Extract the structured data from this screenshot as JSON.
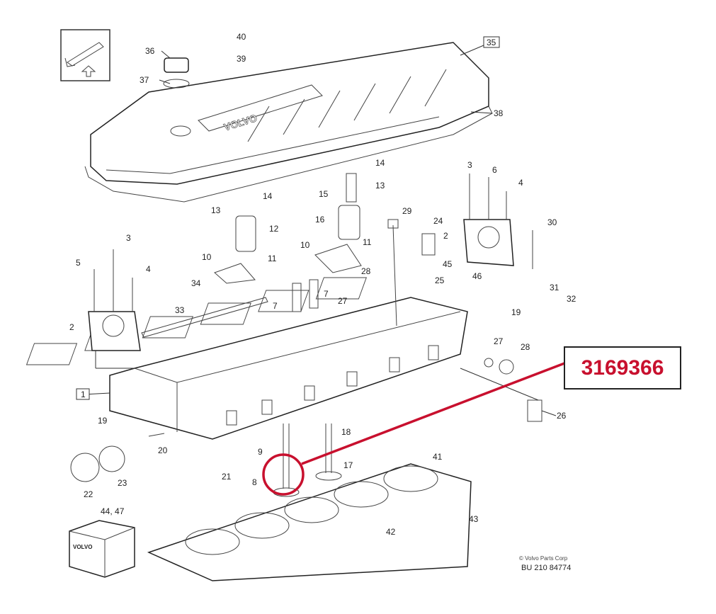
{
  "diagram": {
    "callout_part_number": "3169366",
    "copyright": "© Volvo Parts Corp",
    "document_number": "BU 210 84774",
    "brand_text": "VOLVO",
    "accent_color": "#c8102e",
    "labels": [
      "40",
      "39",
      "36",
      "37",
      "35",
      "38",
      "14",
      "13",
      "15",
      "16",
      "14",
      "13",
      "12",
      "11",
      "10",
      "10",
      "11",
      "3",
      "6",
      "4",
      "29",
      "24",
      "2",
      "30",
      "45",
      "46",
      "31",
      "32",
      "25",
      "28",
      "27",
      "7",
      "7",
      "34",
      "33",
      "19",
      "5",
      "3",
      "4",
      "2",
      "27",
      "28",
      "1",
      "26",
      "19",
      "20",
      "18",
      "9",
      "17",
      "8",
      "21",
      "22",
      "23",
      "41",
      "43",
      "42",
      "44, 47"
    ]
  }
}
